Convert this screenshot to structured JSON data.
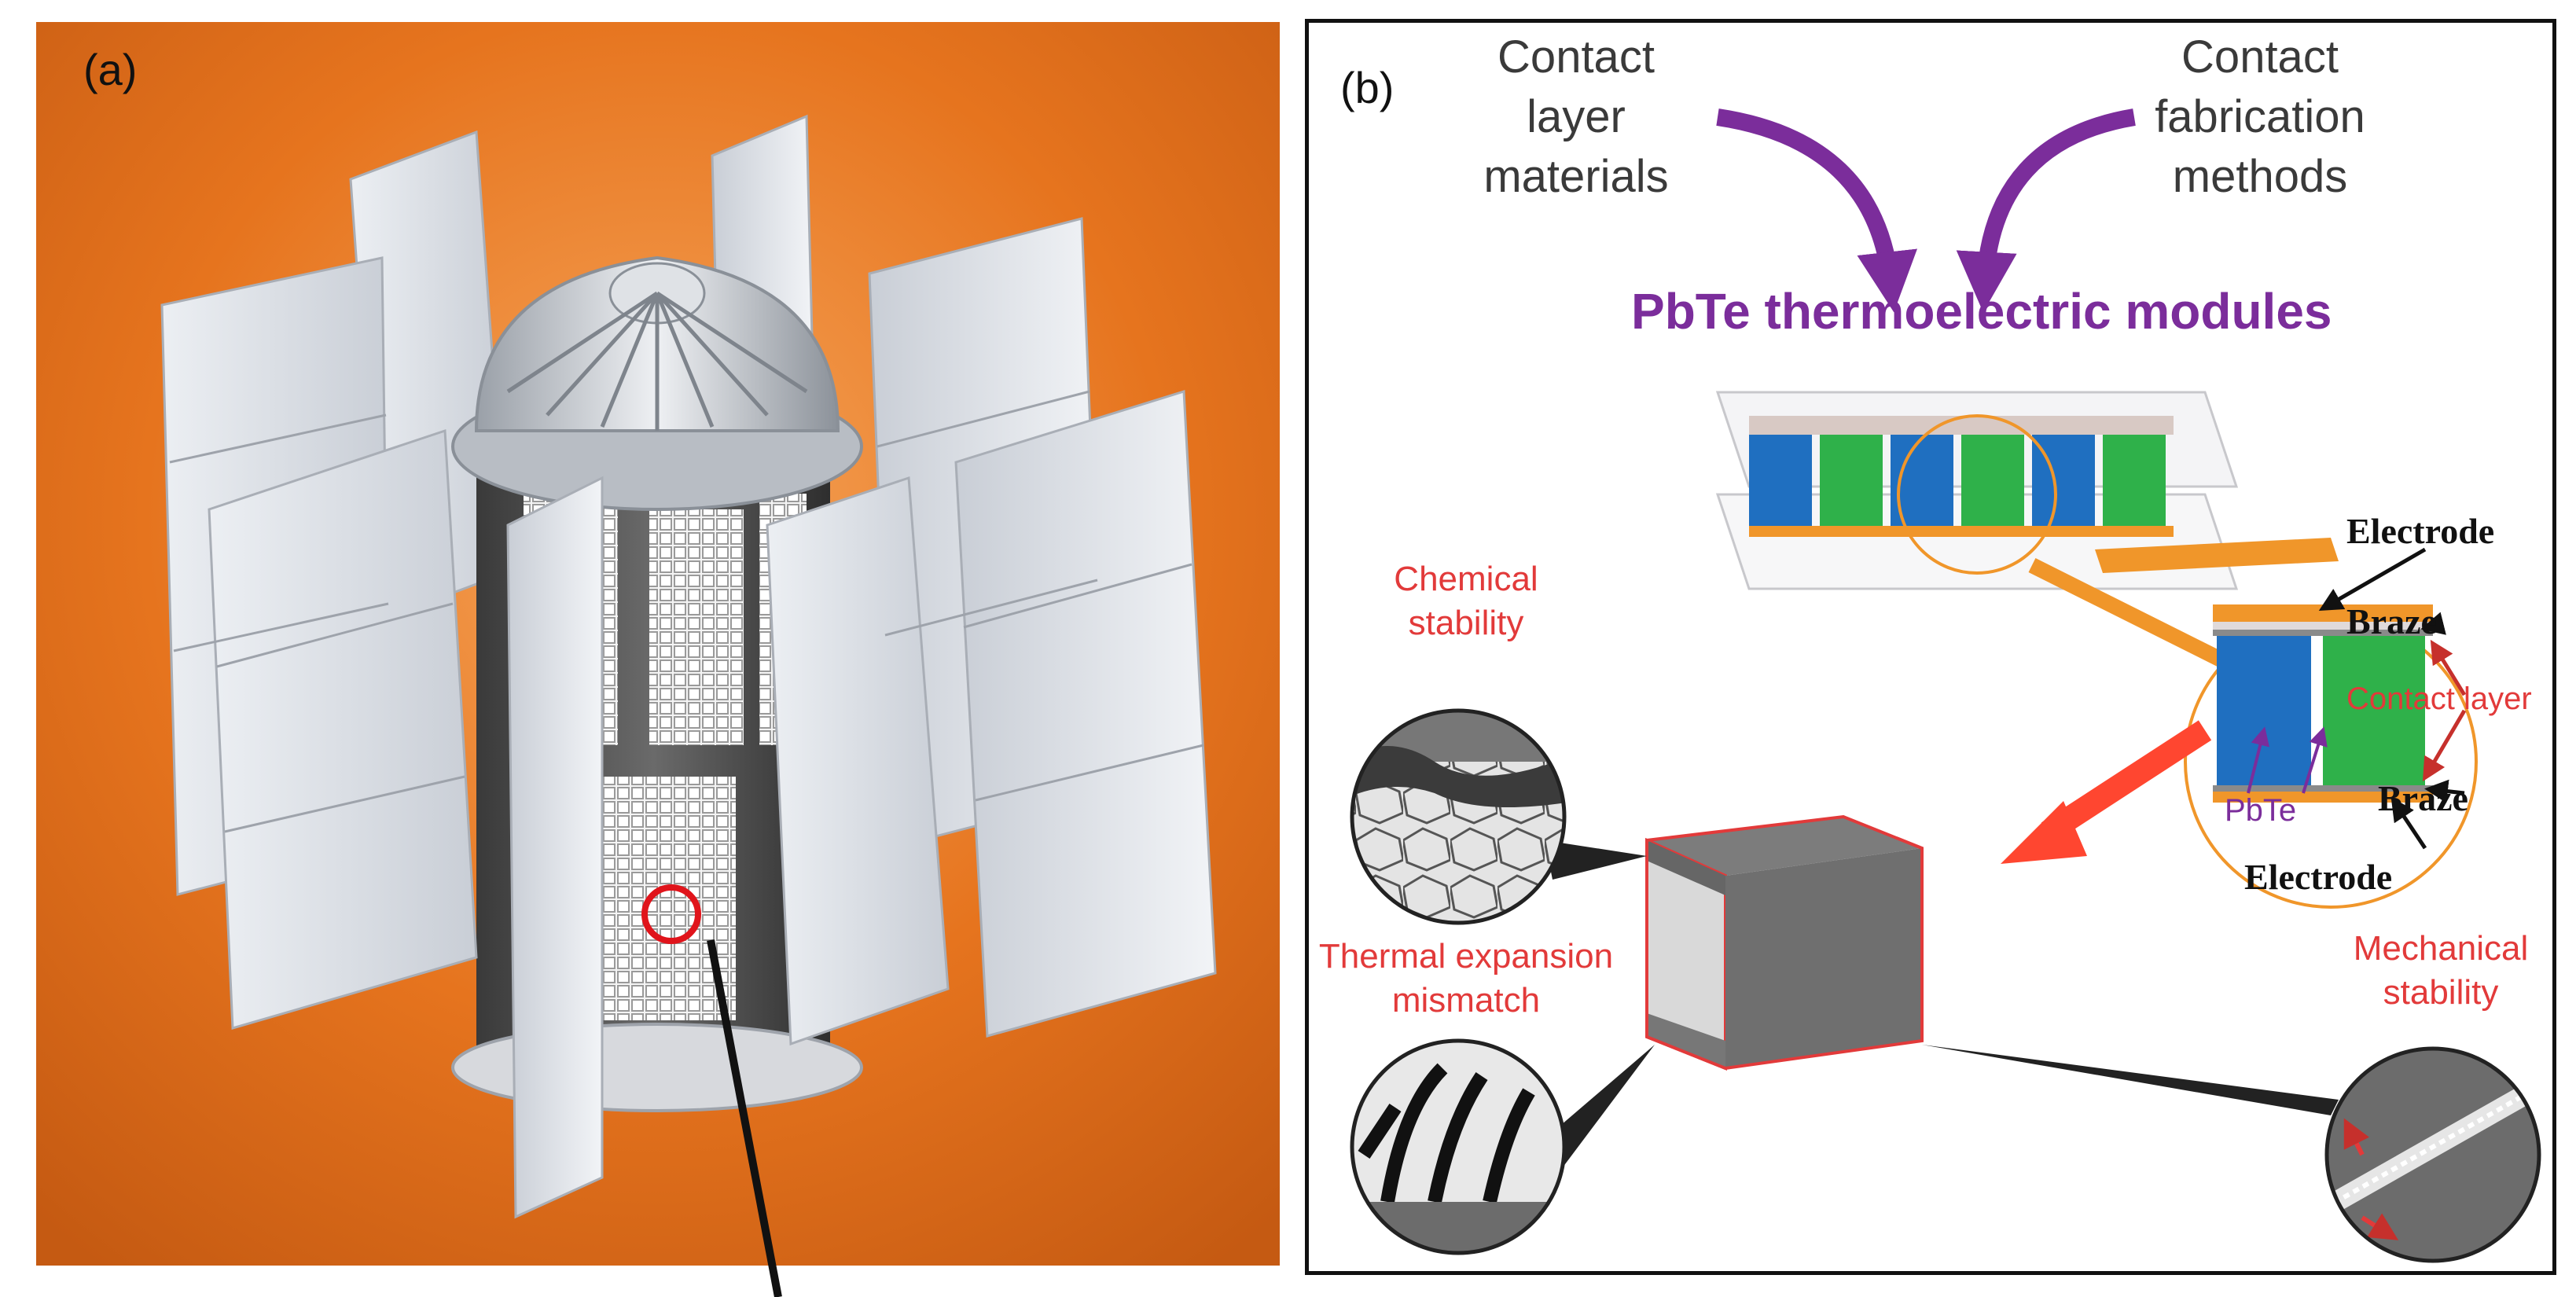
{
  "panel_a": {
    "tag": "(a)"
  },
  "panel_b": {
    "tag": "(b)",
    "top_left": "Contact\nlayer\nmaterials",
    "top_right": "Contact\nfabrication\nmethods",
    "title": "PbTe thermoelectric modules",
    "callouts": {
      "electrode_top": "Electrode",
      "braze_top": "Braze",
      "contact_layer": "Contact layer",
      "pbte": "PbTe",
      "braze_bottom": "Braze",
      "electrode_bottom": "Electrode"
    },
    "issues": {
      "chemical": "Chemical\nstability",
      "thermal": "Thermal expansion\nmismatch",
      "mechanical": "Mechanical\nstability"
    }
  },
  "colors": {
    "orange_bg": "#e6741e",
    "purple": "#7b2d9b",
    "red": "#e23a3a",
    "blue_leg": "#1f6fc0",
    "green_leg": "#2fb14a",
    "electrode": "#f0962a"
  }
}
